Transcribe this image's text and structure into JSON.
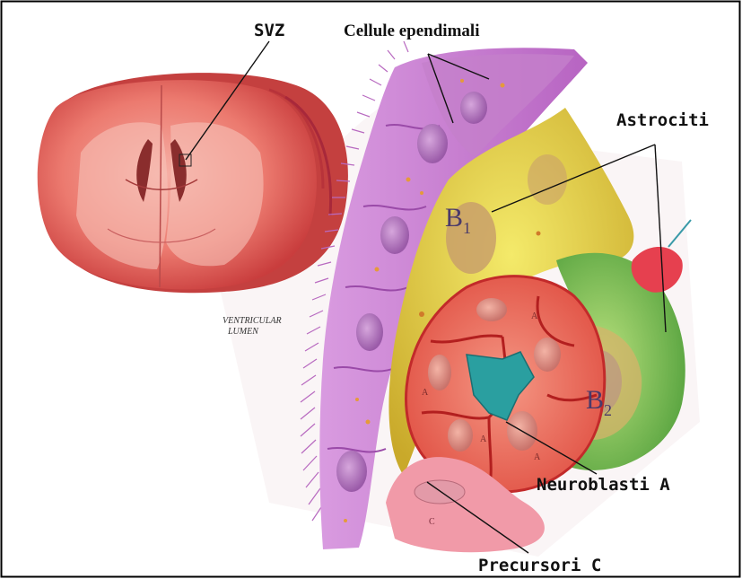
{
  "labels": {
    "svz": "SVZ",
    "ependymal": "Cellule ependimali",
    "astrocytes": "Astrociti",
    "b1_letter": "B",
    "b1_sub": "1",
    "b2_letter": "B",
    "b2_sub": "2",
    "neuroblasts": "Neuroblasti A",
    "precursors": "Precursori C",
    "ventricular_1": "VENTRICULAR",
    "ventricular_2": "LUMEN",
    "cell_a": "A",
    "cell_c": "C"
  },
  "colors": {
    "frame": "#000000",
    "brain": "#e8675f",
    "ependymal": "#c97fc8",
    "astro_yellow": "#e5d23d",
    "astro_green": "#7cbf5a",
    "neuroblast": "#ec6a5a",
    "arrow": "#2a9fa0",
    "precursor": "#ef8b9a"
  }
}
